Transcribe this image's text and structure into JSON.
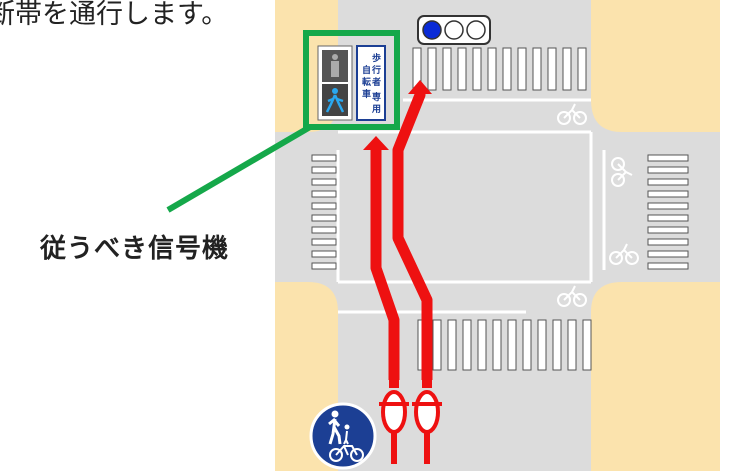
{
  "header_text": "断帯を通行します。",
  "callout_label": "従うべき信号機",
  "sign_plate": {
    "col1": [
      "自",
      "転",
      "車"
    ],
    "col2": [
      "歩",
      "行",
      "者",
      "専",
      "用"
    ]
  },
  "colors": {
    "road": "#dcdcdc",
    "sidewalk": "#fbe3ad",
    "route_arrow": "#ee1111",
    "signal_box": "#15a84a",
    "sign_blue": "#1c3f94"
  },
  "icons": [
    "pedestrian-signal-icon",
    "bicycle-marking-icon",
    "traffic-signal-icon",
    "pedestrian-bicycle-sign-icon",
    "cyclist-icon"
  ]
}
